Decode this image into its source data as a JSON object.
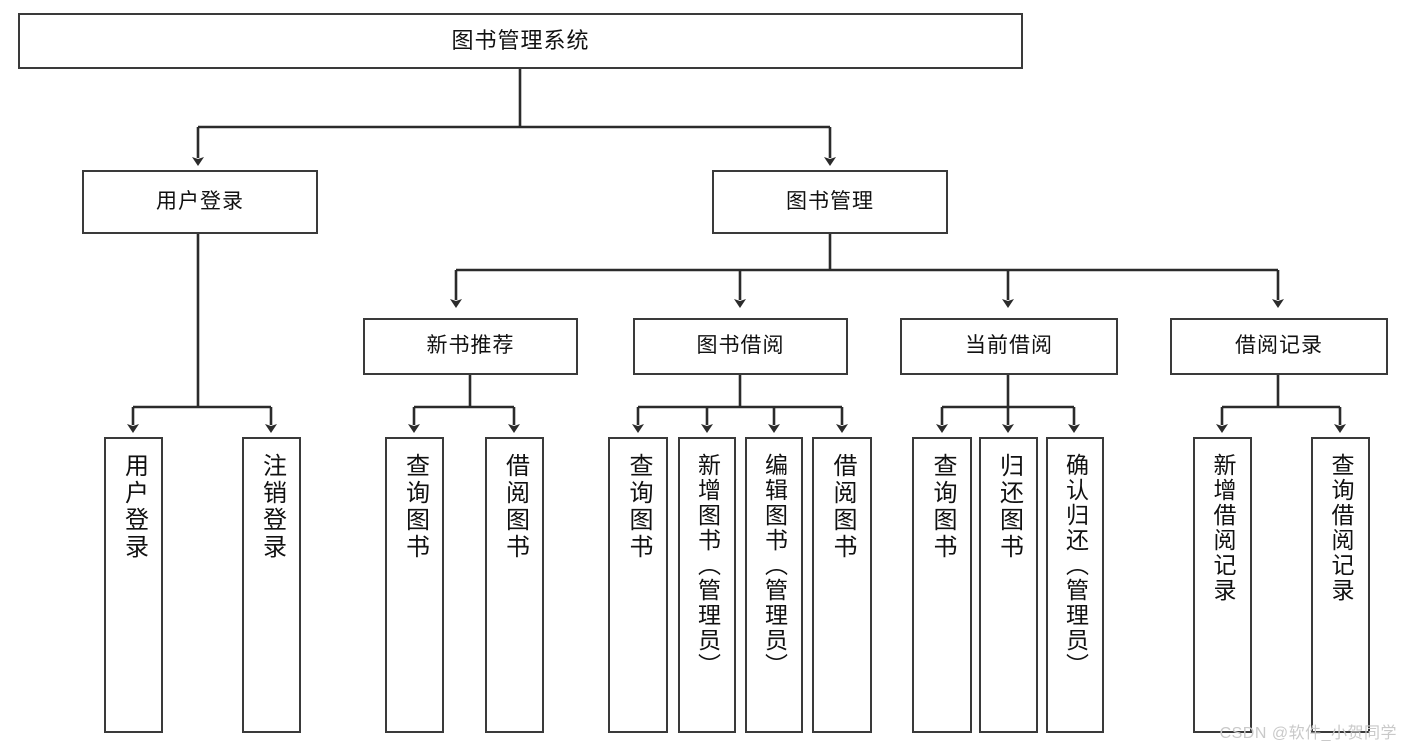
{
  "diagram": {
    "title": "图书管理系统",
    "type": "tree",
    "watermark": "CSDN @软件_小贺同学",
    "colors": {
      "box_stroke": "#3a3a3a",
      "box_fill": "#ffffff",
      "connector": "#2b2b2b",
      "text": "#111111",
      "watermark": "#c9c9c9",
      "background": "#ffffff"
    },
    "nodes": {
      "root": {
        "label": "图书管理系统",
        "orientation": "horizontal"
      },
      "level2": [
        {
          "id": "user-login",
          "label": "用户登录",
          "orientation": "horizontal"
        },
        {
          "id": "book-manage",
          "label": "图书管理",
          "orientation": "horizontal"
        }
      ],
      "level3": [
        {
          "id": "new-book-recommend",
          "label": "新书推荐",
          "orientation": "horizontal"
        },
        {
          "id": "book-borrow",
          "label": "图书借阅",
          "orientation": "horizontal"
        },
        {
          "id": "current-borrow",
          "label": "当前借阅",
          "orientation": "horizontal"
        },
        {
          "id": "borrow-record",
          "label": "借阅记录",
          "orientation": "horizontal"
        }
      ],
      "leaves": [
        {
          "id": "leaf-user-login",
          "parent": "user-login",
          "label": "用户登录",
          "orientation": "vertical"
        },
        {
          "id": "leaf-user-logout",
          "parent": "user-login",
          "label": "注销登录",
          "orientation": "vertical"
        },
        {
          "id": "leaf-query-book-1",
          "parent": "new-book-recommend",
          "label": "查询图书",
          "orientation": "vertical"
        },
        {
          "id": "leaf-borrow-book-1",
          "parent": "new-book-recommend",
          "label": "借阅图书",
          "orientation": "vertical"
        },
        {
          "id": "leaf-query-book-2",
          "parent": "book-borrow",
          "label": "查询图书",
          "orientation": "vertical"
        },
        {
          "id": "leaf-add-book",
          "parent": "book-borrow",
          "label": "新增图书（管理员）",
          "orientation": "vertical"
        },
        {
          "id": "leaf-edit-book",
          "parent": "book-borrow",
          "label": "编辑图书（管理员）",
          "orientation": "vertical"
        },
        {
          "id": "leaf-borrow-book-2",
          "parent": "book-borrow",
          "label": "借阅图书",
          "orientation": "vertical"
        },
        {
          "id": "leaf-query-book-3",
          "parent": "current-borrow",
          "label": "查询图书",
          "orientation": "vertical"
        },
        {
          "id": "leaf-return-book",
          "parent": "current-borrow",
          "label": "归还图书",
          "orientation": "vertical"
        },
        {
          "id": "leaf-confirm-return",
          "parent": "current-borrow",
          "label": "确认归还（管理员）",
          "orientation": "vertical"
        },
        {
          "id": "leaf-add-record",
          "parent": "borrow-record",
          "label": "新增借阅记录",
          "orientation": "vertical"
        },
        {
          "id": "leaf-query-record",
          "parent": "borrow-record",
          "label": "查询借阅记录",
          "orientation": "vertical"
        }
      ]
    }
  }
}
